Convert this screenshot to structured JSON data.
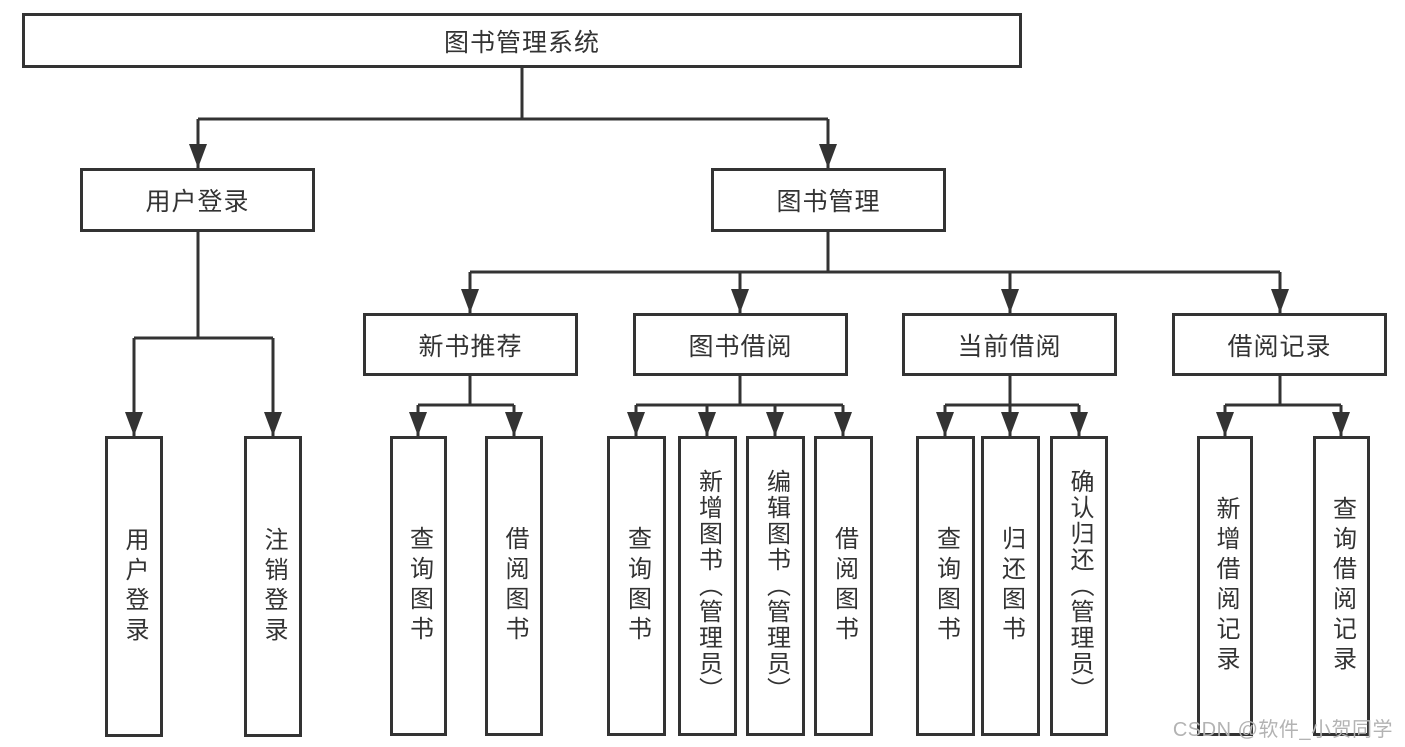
{
  "diagram": {
    "root": {
      "label": "图书管理系统"
    },
    "level2": [
      {
        "label": "用户登录"
      },
      {
        "label": "图书管理"
      }
    ],
    "level3": [
      {
        "label": "新书推荐"
      },
      {
        "label": "图书借阅"
      },
      {
        "label": "当前借阅"
      },
      {
        "label": "借阅记录"
      }
    ],
    "leaves": {
      "user_login": [
        {
          "label": "用户登录"
        },
        {
          "label": "注销登录"
        }
      ],
      "new_books": [
        {
          "label": "查询图书"
        },
        {
          "label": "借阅图书"
        }
      ],
      "book_borrow": [
        {
          "label": "查询图书"
        },
        {
          "label": "新增图书（管理员）"
        },
        {
          "label": "编辑图书（管理员）"
        },
        {
          "label": "借阅图书"
        }
      ],
      "current_borrow": [
        {
          "label": "查询图书"
        },
        {
          "label": "归还图书"
        },
        {
          "label": "确认归还（管理员）"
        }
      ],
      "borrow_records": [
        {
          "label": "新增借阅记录"
        },
        {
          "label": "查询借阅记录"
        }
      ]
    }
  },
  "watermark": {
    "text": "CSDN @软件_小贺同学"
  },
  "colors": {
    "line": "#333333",
    "box_border": "#333333",
    "text": "#333333",
    "watermark": "#b3b3b3",
    "background": "#ffffff"
  }
}
